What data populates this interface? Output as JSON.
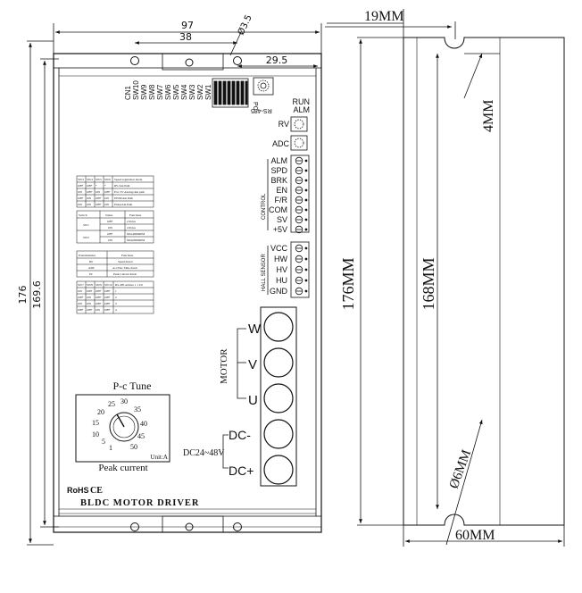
{
  "dimensions": {
    "width": "97",
    "inner_width": "38",
    "right_offset": "29.5",
    "hole": "Ø3.5",
    "height": "176",
    "inner_height": "169.6"
  },
  "connector": {
    "pins": [
      "CN1",
      "SW10",
      "SW9",
      "SW8",
      "SW7",
      "SW6",
      "SW5",
      "SW4",
      "SW3",
      "SW2",
      "SW1"
    ],
    "pc_label": "PC",
    "rs485_label": "RS-485"
  },
  "indicators": {
    "run": "RUN",
    "alm": "ALM"
  },
  "knobs": {
    "rv": "RV",
    "adc": "ADC"
  },
  "control": {
    "group_label": "CONTROL",
    "pins": [
      "ALM",
      "SPD",
      "BRK",
      "EN",
      "F/R",
      "COM",
      "SV",
      "+5V"
    ]
  },
  "hall": {
    "group_label": "HALL SENSOR",
    "pins": [
      "VCC",
      "HW",
      "HV",
      "HU",
      "GND"
    ]
  },
  "motor": {
    "group_label": "MOTOR",
    "phases": [
      "W",
      "V",
      "U"
    ],
    "dc_minus": "DC-",
    "dc_plus": "DC+",
    "supply": "DC24~48V"
  },
  "tables": {
    "mode_table": [
      [
        "SW3",
        "SW4",
        "SW5",
        "SW6",
        "Speed regulation mode"
      ],
      [
        "OFF",
        "OFF",
        "*",
        "*",
        "RV/Ain Path"
      ],
      [
        "ON",
        "OFF",
        "ON",
        "OFF",
        "Ext. 5V Analog/Ain path"
      ],
      [
        "OFF",
        "ON",
        "OFF",
        "ON",
        "PWM/Ain Path"
      ],
      [
        "ON",
        "ON",
        "OFF",
        "ON",
        "Pulse/Ain Path"
      ]
    ],
    "switch_table": [
      [
        "Switch",
        "Status",
        "Functions"
      ],
      [
        "SW1",
        "OFF",
        "2 Poles"
      ],
      [
        "",
        "ON",
        "4 Poles"
      ],
      [
        "SW2",
        "OFF",
        "Max4000RPM"
      ],
      [
        "",
        "ON",
        "Max6000RPM"
      ]
    ],
    "pot_table": [
      [
        "Potentiometer",
        "Functions"
      ],
      [
        "RV",
        "Speed Knob"
      ],
      [
        "ADC",
        "Acc/Dec Time Knob"
      ],
      [
        "PC",
        "Peak Current Knob"
      ]
    ],
    "address_table": [
      [
        "SW7",
        "SW8",
        "SW9",
        "SW10",
        "RS-485 Addres 1 1 6 0"
      ],
      [
        "ON",
        "OFF",
        "OFF",
        "OFF",
        "1"
      ],
      [
        "OFF",
        "ON",
        "OFF",
        "OFF",
        "2"
      ],
      [
        "ON",
        "ON",
        "OFF",
        "OFF",
        "3"
      ],
      [
        "OFF",
        "OFF",
        "ON",
        "OFF",
        "4"
      ]
    ]
  },
  "dial": {
    "title": "P-c Tune",
    "ticks": [
      "1",
      "5",
      "10",
      "15",
      "20",
      "25",
      "30",
      "35",
      "40",
      "45",
      "50"
    ],
    "unit": "Unit:A",
    "caption": "Peak current"
  },
  "logos": {
    "rohs": "RoHS",
    "ce": "CE"
  },
  "product_name": "BLDC MOTOR DRIVER",
  "side_view": {
    "top_width": "19MM",
    "slot": "4MM",
    "height": "176MM",
    "inner_height": "168MM",
    "hole": "Ø6MM",
    "depth": "60MM"
  }
}
